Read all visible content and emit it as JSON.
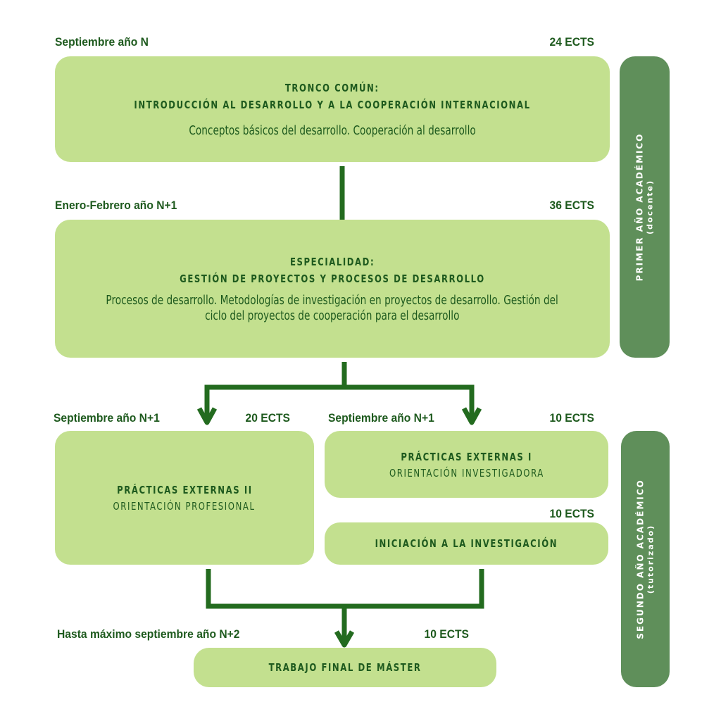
{
  "colors": {
    "box_fill": "#c3e08f",
    "text_dark_green": "#1e5a1e",
    "connector": "#236b1f",
    "side_panel": "#5f8f5a",
    "side_text": "#ffffff"
  },
  "stages": {
    "tronco": {
      "date": "Septiembre año N",
      "credits": "24 ECTS",
      "title_line1": "TRONCO COMÚN:",
      "title_line2": "INTRODUCCIÓN AL DESARROLLO Y A LA COOPERACIÓN INTERNACIONAL",
      "description": "Conceptos básicos del desarrollo. Cooperación al desarrollo"
    },
    "especialidad": {
      "date": "Enero-Febrero año N+1",
      "credits": "36 ECTS",
      "title_line1": "ESPECIALIDAD:",
      "title_line2": "GESTIÓN DE PROYECTOS Y PROCESOS DE DESARROLLO",
      "description_line1": "Procesos de desarrollo. Metodologías de investigación en proyectos de desarrollo. Gestión del",
      "description_line2": "ciclo del proyectos de cooperación para el desarrollo"
    },
    "practicas_2": {
      "date": "Septiembre año N+1",
      "credits": "20 ECTS",
      "title": "PRÁCTICAS EXTERNAS II",
      "subtitle": "ORIENTACIÓN PROFESIONAL"
    },
    "practicas_1": {
      "date": "Septiembre año N+1",
      "credits": "10 ECTS",
      "title": "PRÁCTICAS EXTERNAS I",
      "subtitle": "ORIENTACIÓN INVESTIGADORA"
    },
    "iniciacion": {
      "credits": "10 ECTS",
      "title": "INICIACIÓN A LA INVESTIGACIÓN"
    },
    "tfm": {
      "date": "Hasta máximo septiembre año N+2",
      "credits": "10 ECTS",
      "title": "TRABAJO FINAL DE MÁSTER"
    }
  },
  "side_panels": {
    "first_year": {
      "title": "PRIMER AÑO ACADÉMICO",
      "subtitle": "(docente)"
    },
    "second_year": {
      "title": "SEGUNDO AÑO ACADÉMICO",
      "subtitle": "(tutorizado)"
    }
  }
}
